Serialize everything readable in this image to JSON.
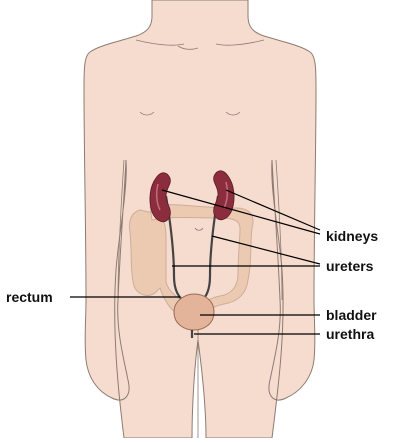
{
  "labels": {
    "kidneys": "kidneys",
    "ureters": "ureters",
    "rectum": "rectum",
    "bladder": "bladder",
    "urethra": "urethra"
  },
  "colors": {
    "skin": "#f6dcce",
    "skin_outline": "#8c7b72",
    "kidney": "#8b2d3c",
    "kidney_highlight": "#c46d7a",
    "colon": "#ebc9b0",
    "colon_outline": "#c9a894",
    "bladder": "#e3b39a",
    "bladder_outline": "#9d6c58",
    "ureter": "#ffffff",
    "ureter_outline": "#444444",
    "leader": "#000000"
  }
}
